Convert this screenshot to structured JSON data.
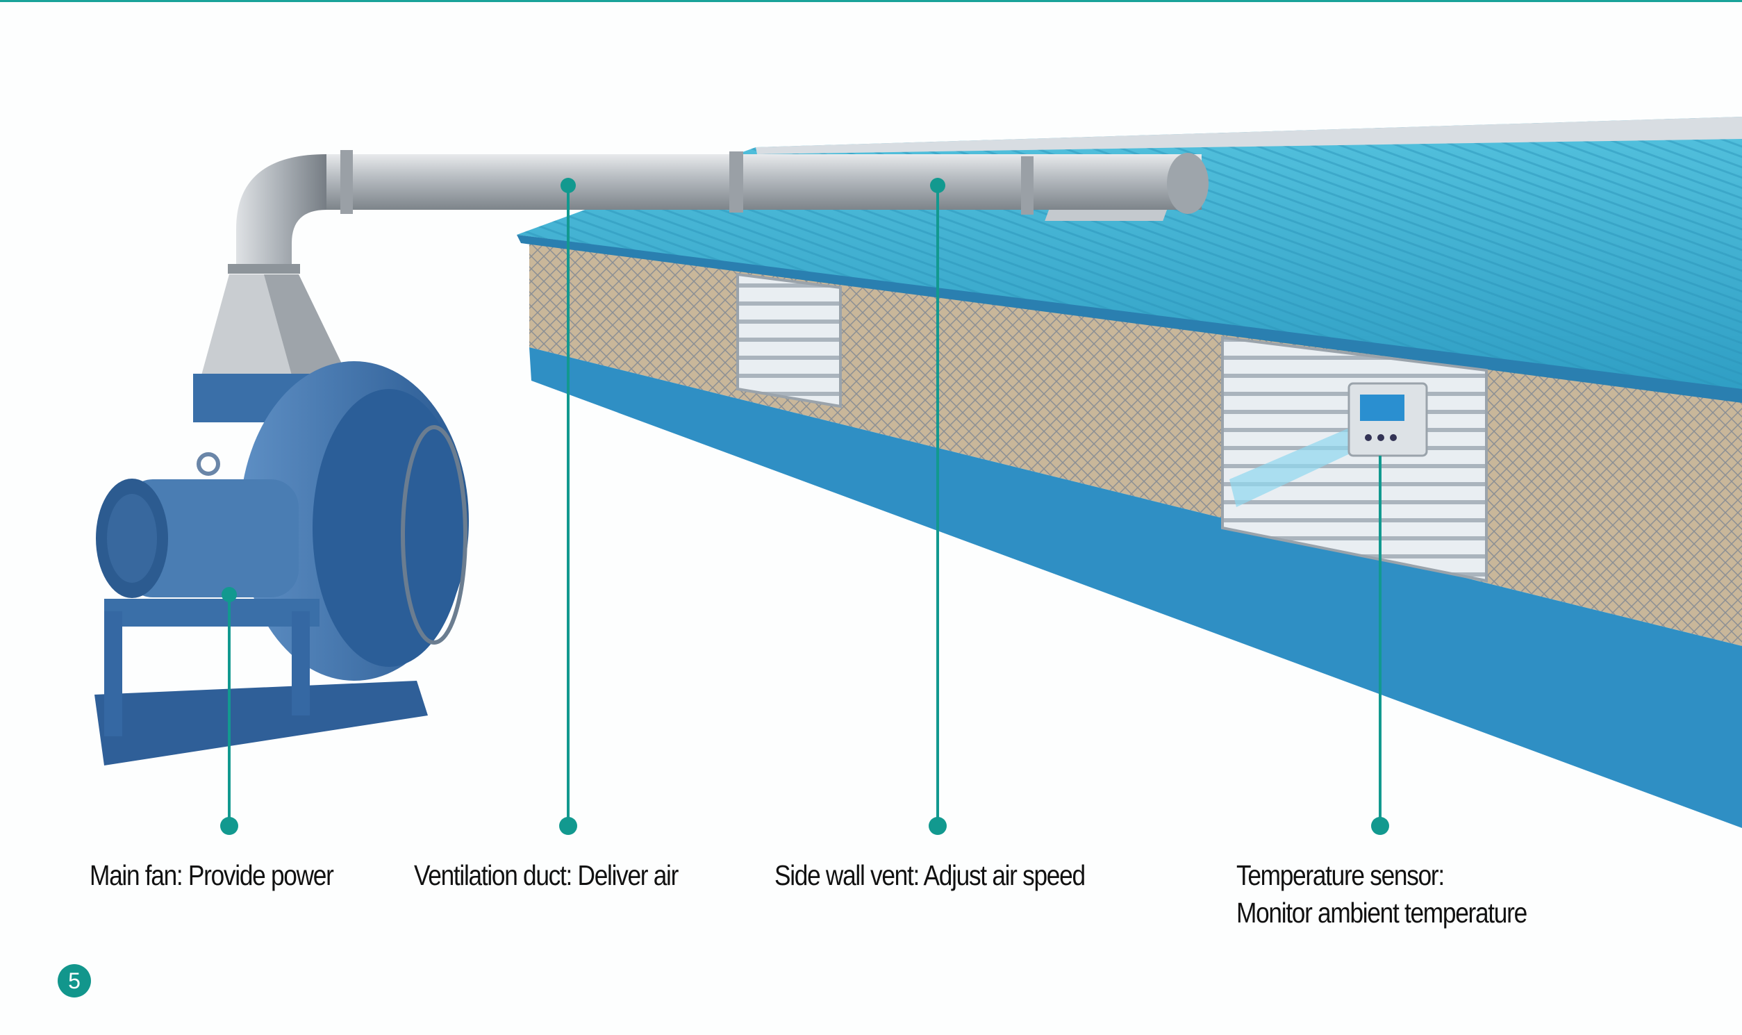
{
  "callouts": [
    {
      "label": "Main fan: Provide power"
    },
    {
      "label": "Ventilation duct: Deliver air"
    },
    {
      "label": "Side wall vent: Adjust air speed"
    },
    {
      "label": "Temperature sensor:",
      "label_line2": "Monitor ambient temperature"
    }
  ],
  "page_number": "5",
  "colors": {
    "accent": "#12998f",
    "roof": "#3fb3d4",
    "wall": "#2f8fc4",
    "fan": "#3a6fa8"
  }
}
